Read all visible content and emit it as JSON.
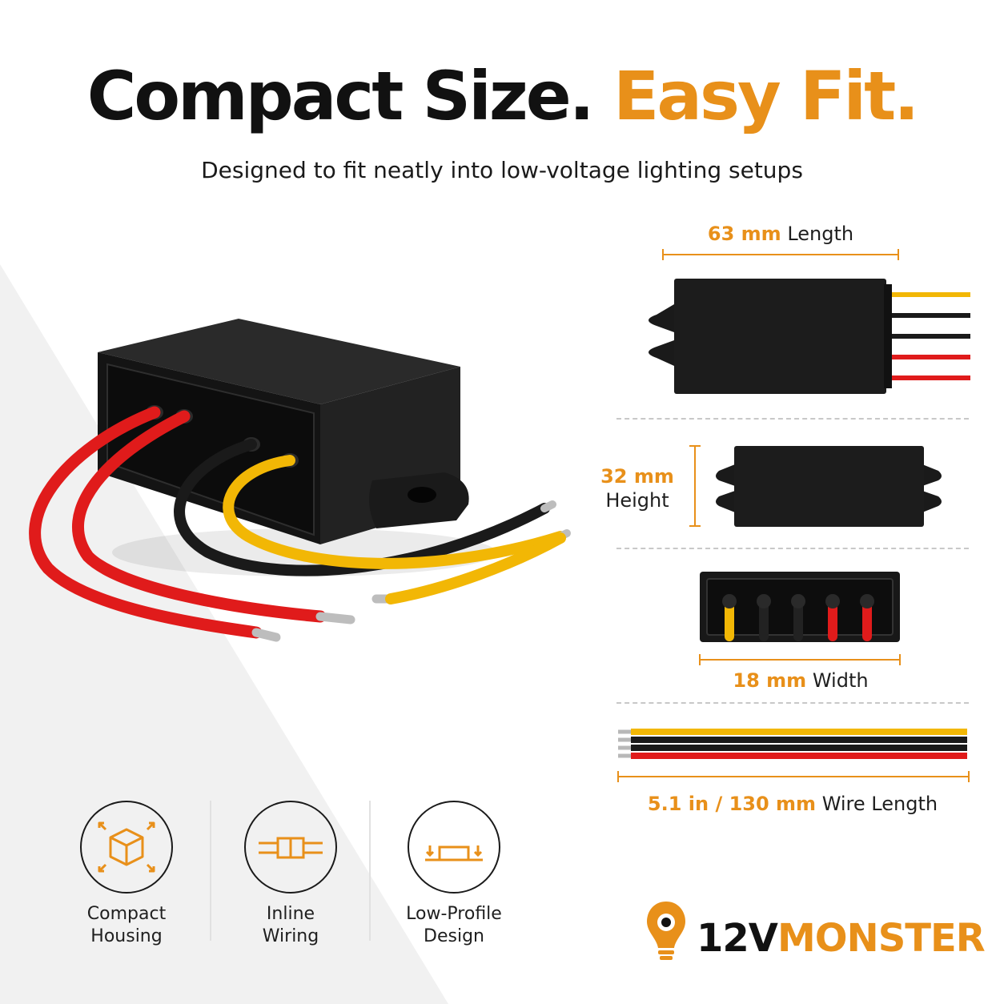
{
  "headline": {
    "part1": "Compact Size.",
    "part2": "Easy Fit."
  },
  "subtitle": "Designed to fit neatly into low-voltage lighting setups",
  "dimensions": {
    "length": {
      "value": "63 mm",
      "label": "Length"
    },
    "height": {
      "value": "32 mm",
      "label": "Height"
    },
    "width": {
      "value": "18 mm",
      "label": "Width"
    },
    "wire": {
      "value": "5.1 in / 130 mm",
      "label": "Wire Length"
    }
  },
  "features": [
    {
      "line1": "Compact",
      "line2": "Housing",
      "icon": "cube-expand-icon"
    },
    {
      "line1": "Inline",
      "line2": "Wiring",
      "icon": "inline-wire-icon"
    },
    {
      "line1": "Low-Profile",
      "line2": "Design",
      "icon": "low-profile-icon"
    }
  ],
  "brand": {
    "part1": "12V",
    "part2": "MONSTER",
    "icon": "lightbulb-eye-icon"
  },
  "colors": {
    "accent": "#e8901a",
    "wire_red": "#e01b1b",
    "wire_black": "#1a1a1a",
    "wire_yellow": "#f2b705",
    "housing": "#1c1c1c"
  }
}
